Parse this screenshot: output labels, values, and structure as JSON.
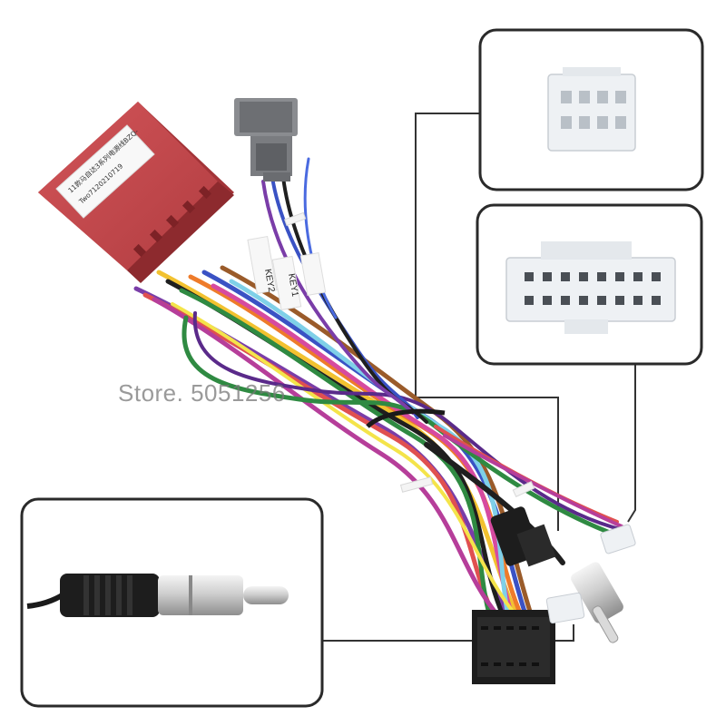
{
  "watermark": {
    "text": "Store. 5051256"
  },
  "product": {
    "label_line1": "11款马自达3系列电源线BZQ-",
    "label_line2": "Two7120210719",
    "tag_key2": "KEY2",
    "tag_key1": "KEY1"
  },
  "colors": {
    "housing": "#c9474a",
    "panel_border": "#2a2a2a",
    "connector_white": "#eef1f4",
    "connector_black": "#1d1d1d",
    "connector_grey": "#7a7c80"
  }
}
